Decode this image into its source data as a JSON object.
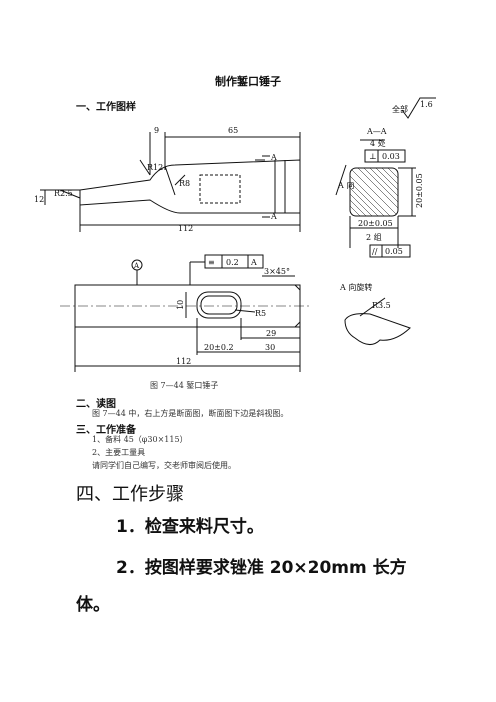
{
  "doc": {
    "title": "制作錾口锤子",
    "sections": {
      "drawing": "一、工作图样",
      "read": "二、读图",
      "prep": "三、工作准备",
      "steps": "四、工作步骤"
    },
    "read_text": "图 7—44 中，右上方是断面图，断面图下边是斜视图。",
    "prep_items": [
      "1、备料   45（φ30×115）",
      "2、主要工量具",
      "请同学们自己编写，交老师审阅后使用。"
    ],
    "steps": [
      "1．检查来料尺寸。",
      "2．按图样要求锉准  20×20mm  长方",
      "体。"
    ],
    "figure_caption": "图 7—44    錾口锤子"
  },
  "drawing": {
    "roughness_label": "全部",
    "roughness_value": "1.6",
    "dims_top": [
      "9",
      "65",
      "R12",
      "R8",
      "R2.5",
      "12",
      "112"
    ],
    "section_label": "A—A",
    "section_count": "4 处",
    "tol_perp": "0.03",
    "dim_20": "20±0.05",
    "dim_20_side": "20±0.05",
    "parallel_count": "2 组",
    "tol_par": "0.05",
    "view_arrow_label": "A 向",
    "section_marker": "A",
    "datum": "A",
    "sym_tol": "0.2",
    "sym_datum": "A",
    "chamfer": "3×45°",
    "dims_bottom": [
      "10",
      "R5",
      "29",
      "20±0.2",
      "30",
      "112"
    ],
    "rot_label": "A 向旋转",
    "rot_r": "R3.5"
  }
}
